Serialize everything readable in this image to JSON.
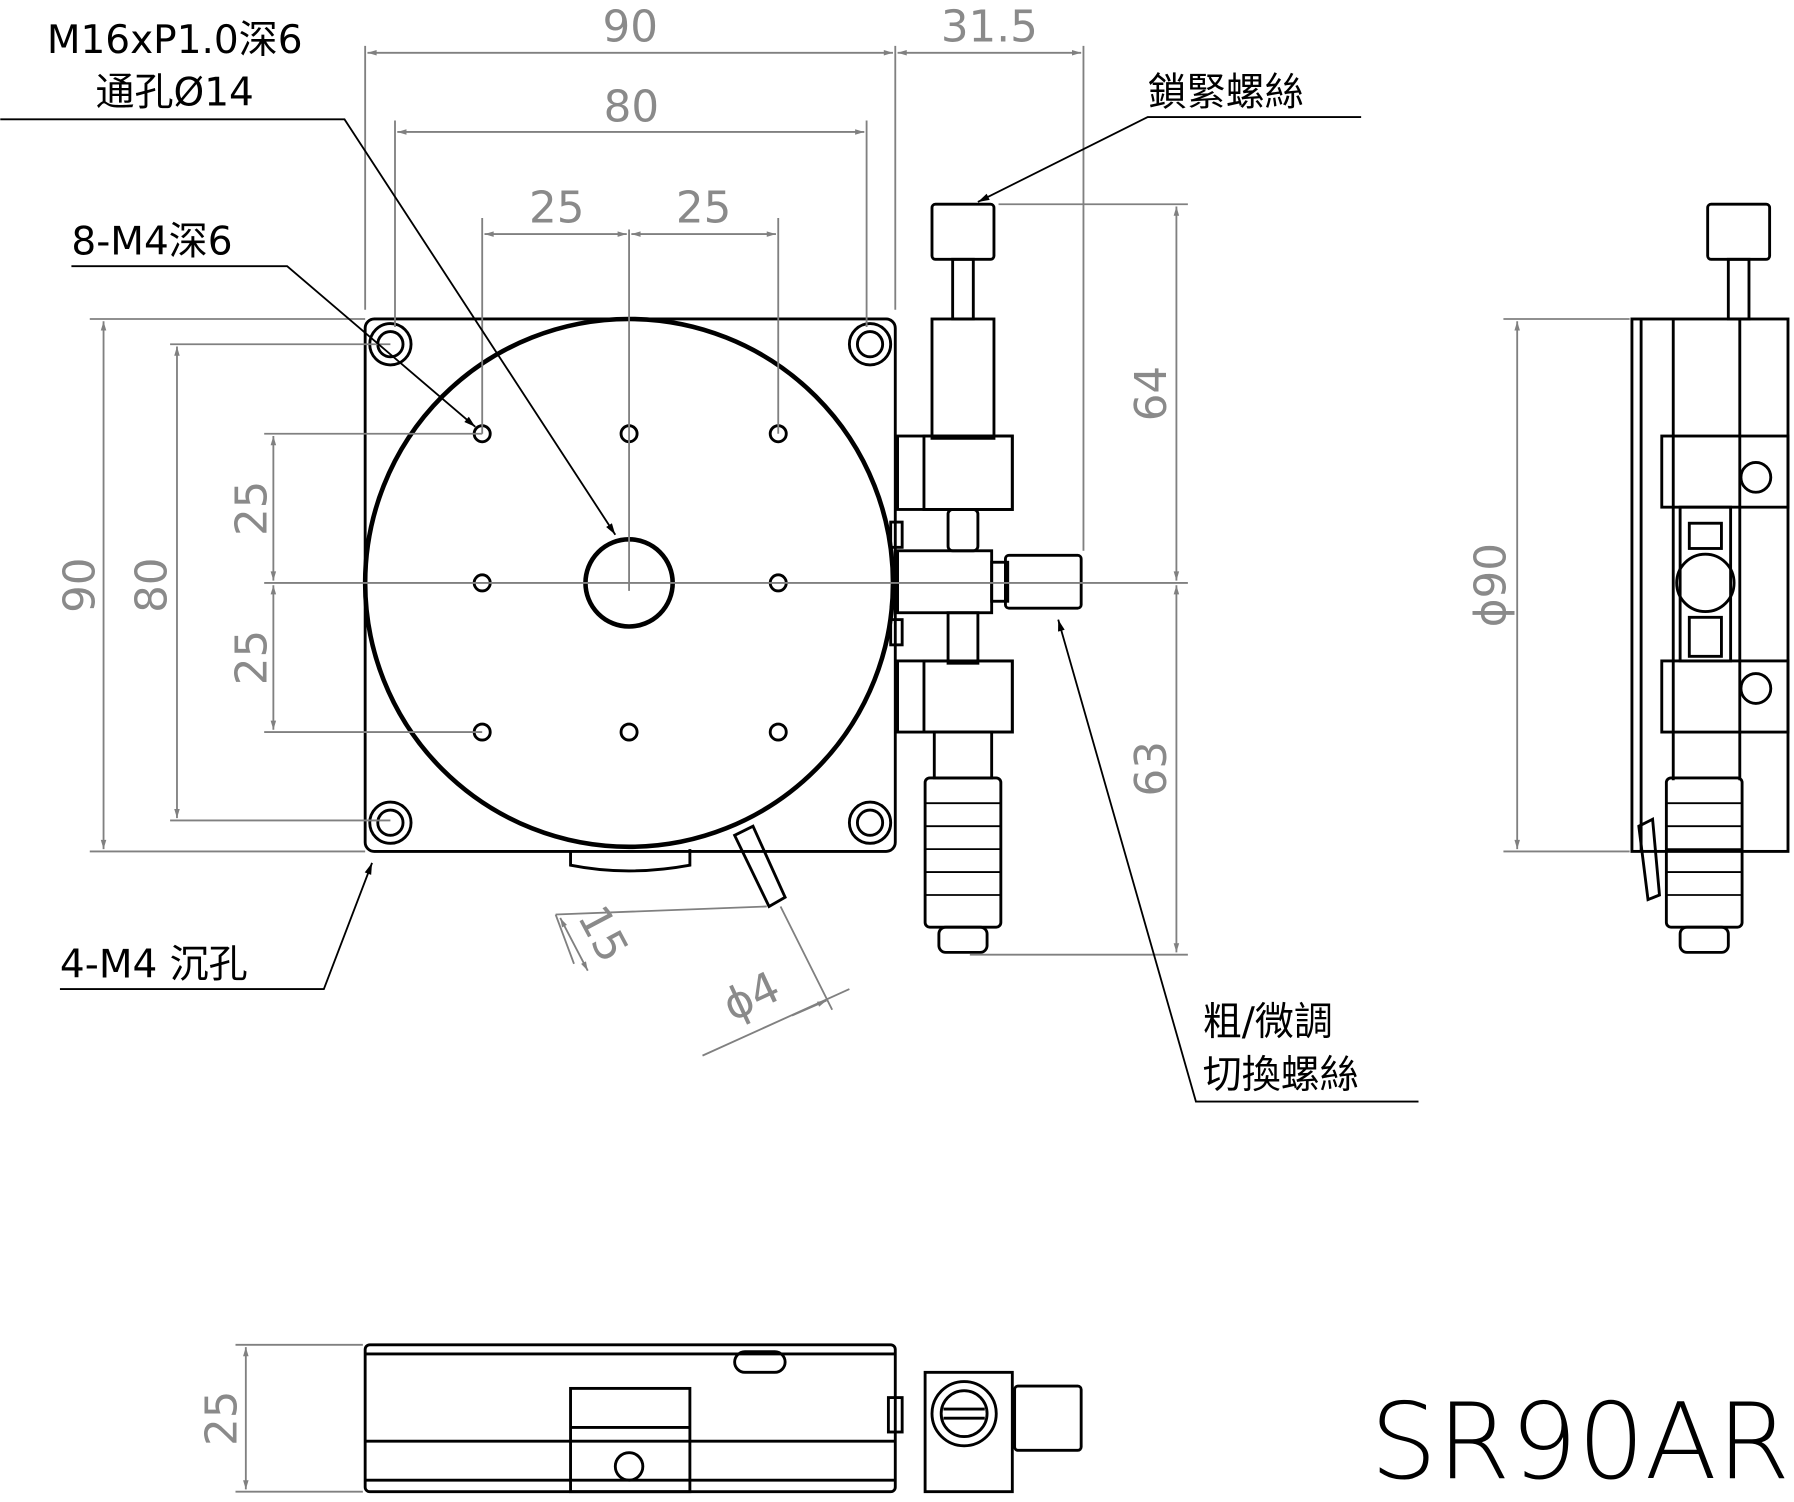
{
  "title": "SR90AR",
  "labels": {
    "center_thread": "M16xP1.0深6",
    "through_hole": "通孔Ø14",
    "top_holes": "8-M4深6",
    "counterbore": "4-M4 沉孔",
    "lock_screw": "鎖緊螺絲",
    "switch_line1": "粗/微調",
    "switch_line2": "切換螺絲"
  },
  "dimensions": {
    "width_90": "90",
    "width_80": "80",
    "pitch_x1": "25",
    "pitch_x2": "25",
    "offset_31_5": "31.5",
    "height_90": "90",
    "height_80": "80",
    "pitch_y1": "25",
    "pitch_y2": "25",
    "upper_64": "64",
    "lower_63": "63",
    "lever_15": "15",
    "lever_dia": "ϕ4",
    "side_dia": "ϕ90",
    "thickness_25": "25"
  }
}
